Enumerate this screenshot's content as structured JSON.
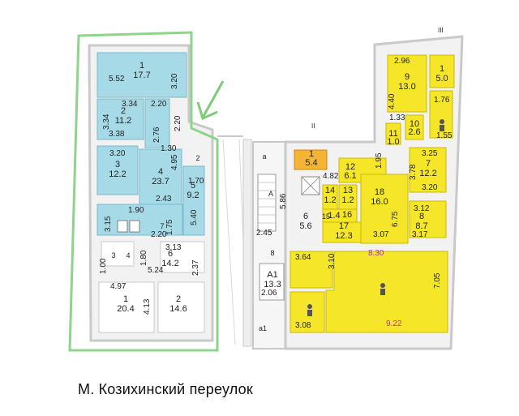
{
  "caption": "М. Козихинский переулок",
  "colors": {
    "highlight_outline": "#8ed48b",
    "arrow": "#7ecb7a",
    "blue_rooms": "#a6dae6",
    "yellow_rooms": "#f5e62a",
    "orange_rooms": "#f4b436",
    "walls": "#c9c9c9"
  },
  "icons": [
    "arrow-icon",
    "toilet-icon",
    "stairs-icon",
    "elevator-icon"
  ],
  "section_marks": [
    "II",
    "III"
  ],
  "rooms": [
    {
      "id": "blue-1",
      "number": "1",
      "area": "17.7"
    },
    {
      "id": "blue-2",
      "number": "2",
      "area": "11.2"
    },
    {
      "id": "blue-3",
      "number": "3",
      "area": "12.2"
    },
    {
      "id": "blue-4",
      "number": "4",
      "area": "23.7"
    },
    {
      "id": "blue-5",
      "number": "5",
      "area": "9.2"
    },
    {
      "id": "white-6",
      "number": "6",
      "area": "14.2"
    },
    {
      "id": "white-1",
      "number": "1",
      "area": "20.4"
    },
    {
      "id": "white-2",
      "number": "2",
      "area": "14.6"
    },
    {
      "id": "a1",
      "number": "A1",
      "area": "13.3"
    },
    {
      "id": "center-6",
      "number": "6",
      "area": "5.6"
    },
    {
      "id": "yellow-9",
      "number": "9",
      "area": "13.0"
    },
    {
      "id": "yellow-1top",
      "number": "1",
      "area": "5.0"
    },
    {
      "id": "yellow-10",
      "number": "10",
      "area": "2.6"
    },
    {
      "id": "yellow-11",
      "number": "11",
      "area": "1.0"
    },
    {
      "id": "orange-1",
      "number": "1",
      "area": "5.4"
    },
    {
      "id": "yellow-12",
      "number": "12",
      "area": "6.1"
    },
    {
      "id": "yellow-14",
      "number": "14",
      "area": "1.2"
    },
    {
      "id": "yellow-13",
      "number": "13",
      "area": "1.2"
    },
    {
      "id": "yellow-16",
      "number": "16",
      "area": "1.4"
    },
    {
      "id": "yellow-17",
      "number": "17",
      "area": "12.3"
    },
    {
      "id": "yellow-18",
      "number": "18",
      "area": "16.0"
    },
    {
      "id": "yellow-7",
      "number": "7",
      "area": "12.2"
    },
    {
      "id": "yellow-8",
      "number": "8",
      "area": "8.7"
    }
  ],
  "dimensions": [
    "5.52",
    "3.20",
    "3.34",
    "2.20",
    "3.34",
    "3.38",
    "2.20",
    "2.76",
    "1.30",
    "3.20",
    "4.95",
    "1.70",
    "2.43",
    "1.90",
    "5.40",
    "3.15",
    "2.20",
    "1.75",
    "3.13",
    "1.80",
    "1.00",
    "5.24",
    "2.37",
    "4.97",
    "4.13",
    "5.86",
    "2.45",
    "2.06",
    "2.96",
    "4.40",
    "1.76",
    "1.33",
    "1.55",
    "4.82",
    "1.95",
    "3.25",
    "3.78",
    "3.20",
    "6.75",
    "3.12",
    "3.07",
    "3.17",
    "3.64",
    "3.10",
    "8.30",
    "7.05",
    "3.08",
    "9.22"
  ],
  "small_labels": [
    "3",
    "4",
    "7",
    "15",
    "a",
    "8",
    "a1",
    "2",
    "A"
  ]
}
